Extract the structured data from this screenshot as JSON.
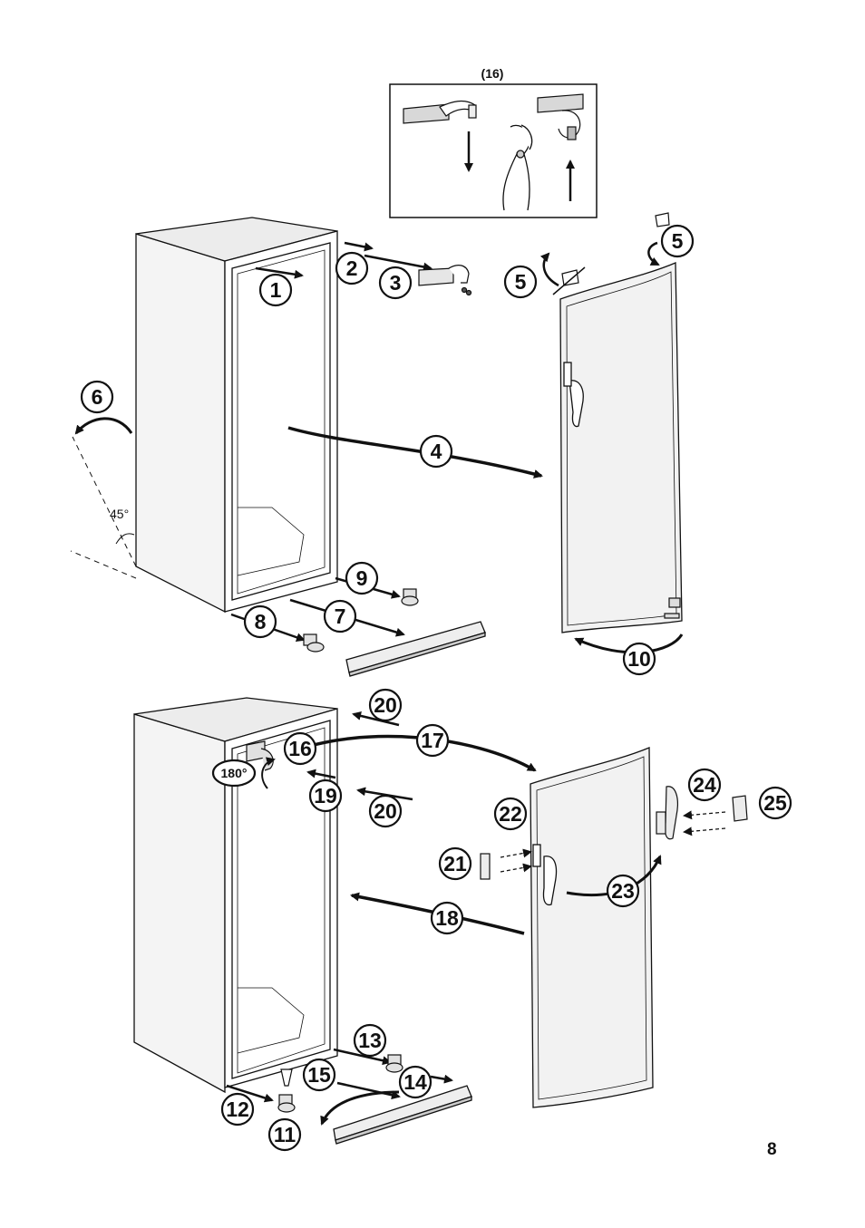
{
  "inset_label": "(16)",
  "angle_label": "45°",
  "rotation_label": "180°",
  "page_number": "8",
  "steps": {
    "s1": "1",
    "s2": "2",
    "s3": "3",
    "s4": "4",
    "s5a": "5",
    "s5b": "5",
    "s6": "6",
    "s7": "7",
    "s8": "8",
    "s9": "9",
    "s10": "10",
    "s11": "11",
    "s12": "12",
    "s13": "13",
    "s14": "14",
    "s15": "15",
    "s16": "16",
    "s17": "17",
    "s18": "18",
    "s19": "19",
    "s20a": "20",
    "s20b": "20",
    "s21": "21",
    "s22": "22",
    "s23": "23",
    "s24": "24",
    "s25": "25"
  }
}
